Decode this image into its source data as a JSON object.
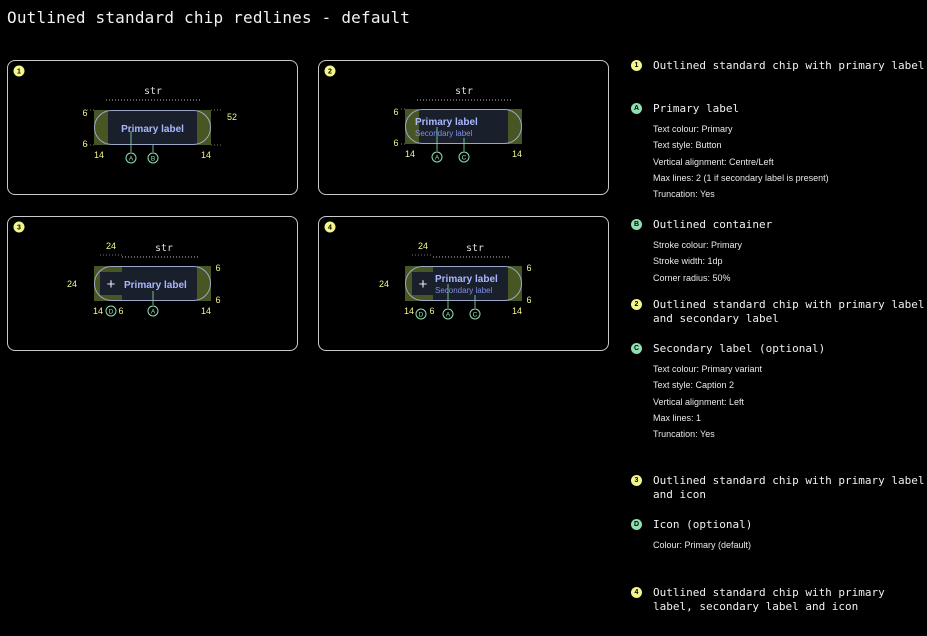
{
  "page": {
    "title": "Outlined standard chip redlines - default"
  },
  "panels": [
    {
      "badge": "1",
      "str": "str",
      "primary": "Primary label",
      "m_top": "6",
      "m_bot": "6",
      "m_left": "14",
      "m_right": "14",
      "height": "52",
      "callouts": [
        "A",
        "B"
      ]
    },
    {
      "badge": "2",
      "str": "str",
      "primary": "Primary label",
      "secondary": "Secondary label",
      "m_top": "6",
      "m_bot": "6",
      "m_left": "14",
      "m_right": "14",
      "callouts": [
        "A",
        "C"
      ]
    },
    {
      "badge": "3",
      "str": "str",
      "primary": "Primary label",
      "icon_size": "24",
      "icon_left": "24",
      "m_top": "6",
      "m_bot": "6",
      "m_left": "14",
      "m_gap": "6",
      "m_right": "14",
      "callouts": [
        "D",
        "A"
      ]
    },
    {
      "badge": "4",
      "str": "str",
      "primary": "Primary label",
      "secondary": "Secondary label",
      "icon_size": "24",
      "icon_left": "24",
      "m_top": "6",
      "m_bot": "6",
      "m_left": "14",
      "m_gap": "6",
      "m_right": "14",
      "callouts": [
        "D",
        "A",
        "C"
      ]
    }
  ],
  "legend": [
    {
      "badge": "1",
      "kind": "numbered",
      "heading": [
        "Outlined standard chip with primary label"
      ]
    },
    {
      "badge": "A",
      "kind": "letter",
      "heading": [
        "Primary label"
      ],
      "lines": [
        "Text colour: Primary",
        "Text style: Button",
        "Vertical alignment: Centre/Left",
        "Max lines: 2 (1 if secondary label is present)",
        "Truncation: Yes"
      ]
    },
    {
      "badge": "B",
      "kind": "letter",
      "heading": [
        "Outlined container"
      ],
      "lines": [
        "Stroke colour: Primary",
        "Stroke width: 1dp",
        "Corner radius: 50%"
      ]
    },
    {
      "badge": "2",
      "kind": "numbered",
      "heading": [
        "Outlined standard chip with primary label",
        "and secondary label"
      ]
    },
    {
      "badge": "C",
      "kind": "letter",
      "heading": [
        "Secondary label (optional)"
      ],
      "lines": [
        "Text colour: Primary variant",
        "Text style: Caption 2",
        "Vertical alignment: Left",
        "Max lines: 1",
        "Truncation: Yes"
      ]
    },
    {
      "badge": "3",
      "kind": "numbered",
      "heading": [
        "Outlined standard chip with primary label",
        "and icon"
      ]
    },
    {
      "badge": "D",
      "kind": "letter",
      "heading": [
        "Icon (optional)"
      ],
      "lines": [
        "Colour: Primary (default)"
      ]
    },
    {
      "badge": "4",
      "kind": "numbered",
      "heading": [
        "Outlined standard chip with primary",
        "label, secondary label and icon"
      ]
    }
  ],
  "colors": {
    "background": "#000000",
    "primary": "#a8b8ff",
    "redline": "#f3f68a",
    "callout": "#8fe0b0",
    "margin_fill": "#5a6b2c"
  }
}
